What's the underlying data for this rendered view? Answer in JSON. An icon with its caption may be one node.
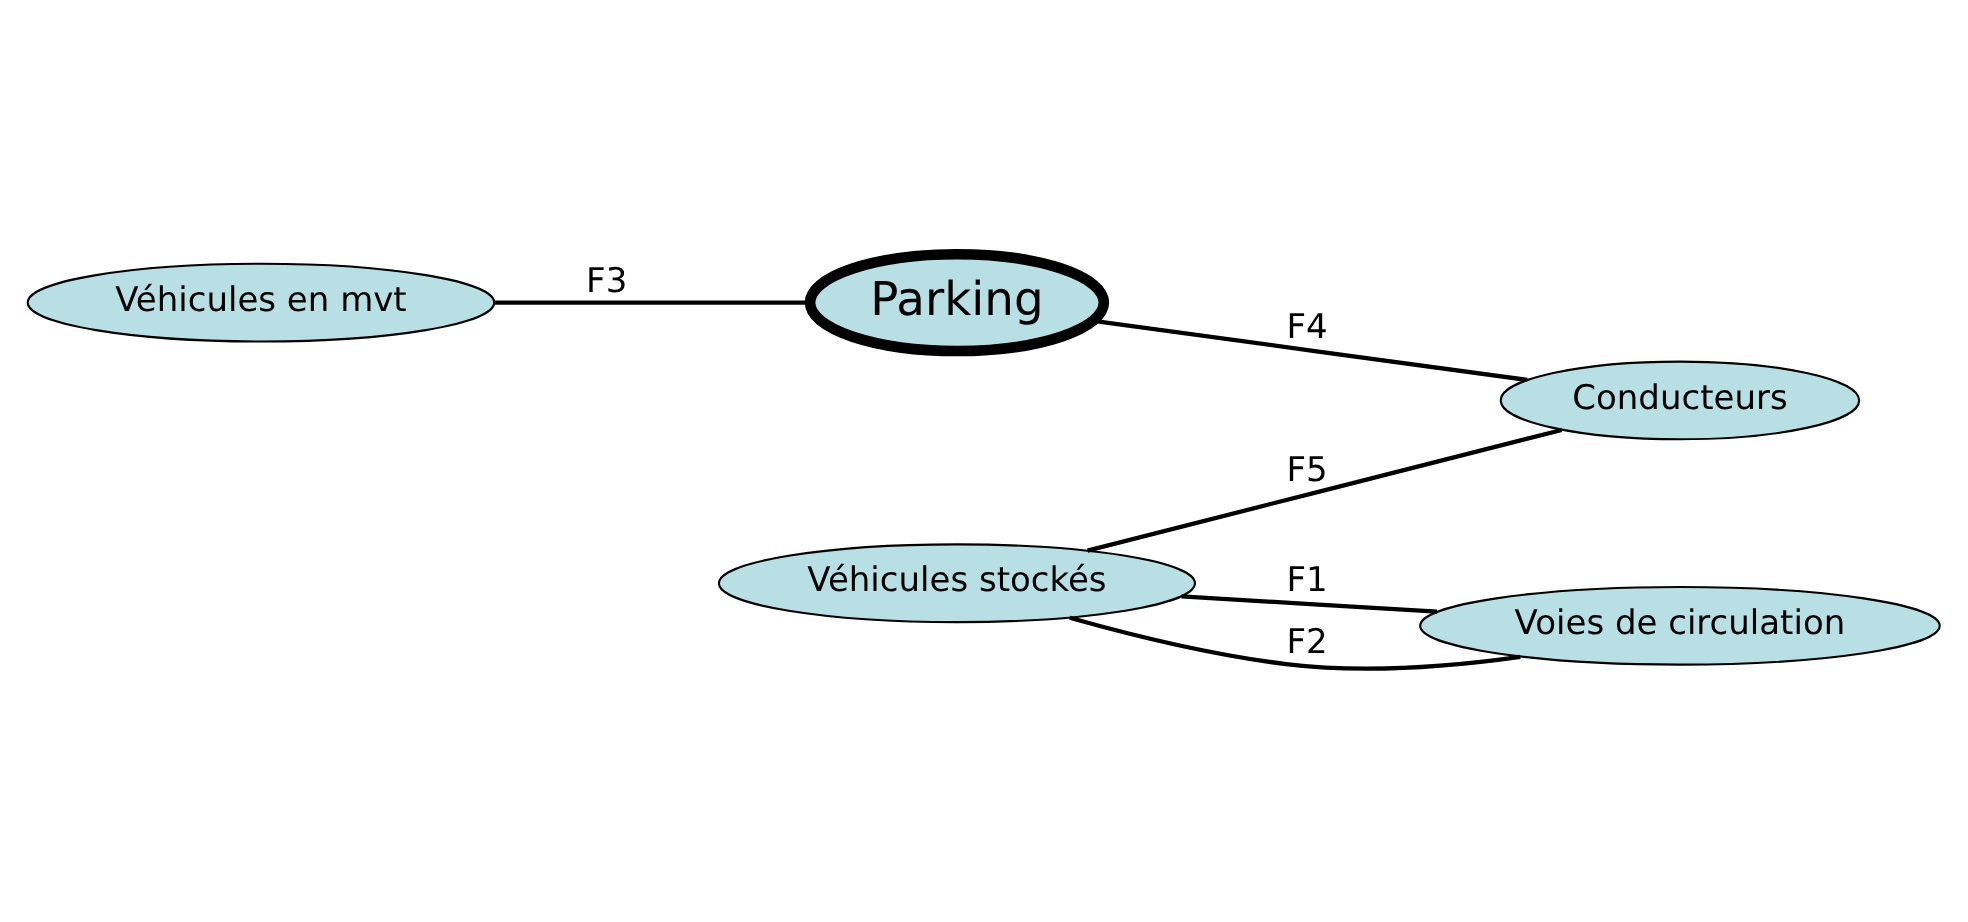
{
  "diagram": {
    "nodes": [
      {
        "text": [
          "Véhicules en mvt"
        ]
      },
      {
        "text": [
          "Parking"
        ]
      },
      {
        "text": [
          "Véhicules stockés"
        ]
      },
      {
        "text": [
          "Voies de circulation"
        ]
      },
      {
        "text": [
          "Conducteurs"
        ]
      }
    ],
    "edges": [
      {
        "from": 2,
        "to": 3,
        "arrow": "none",
        "label": "F1"
      },
      {
        "from": 2,
        "to": 3,
        "arrow": "none",
        "label": "F2"
      },
      {
        "from": 0,
        "to": 1,
        "arrow": "none",
        "label": "F3"
      },
      {
        "from": 1,
        "to": 4,
        "arrow": "none",
        "label": "F4"
      },
      {
        "from": 2,
        "to": 4,
        "arrow": "none",
        "label": "F5"
      }
    ]
  }
}
